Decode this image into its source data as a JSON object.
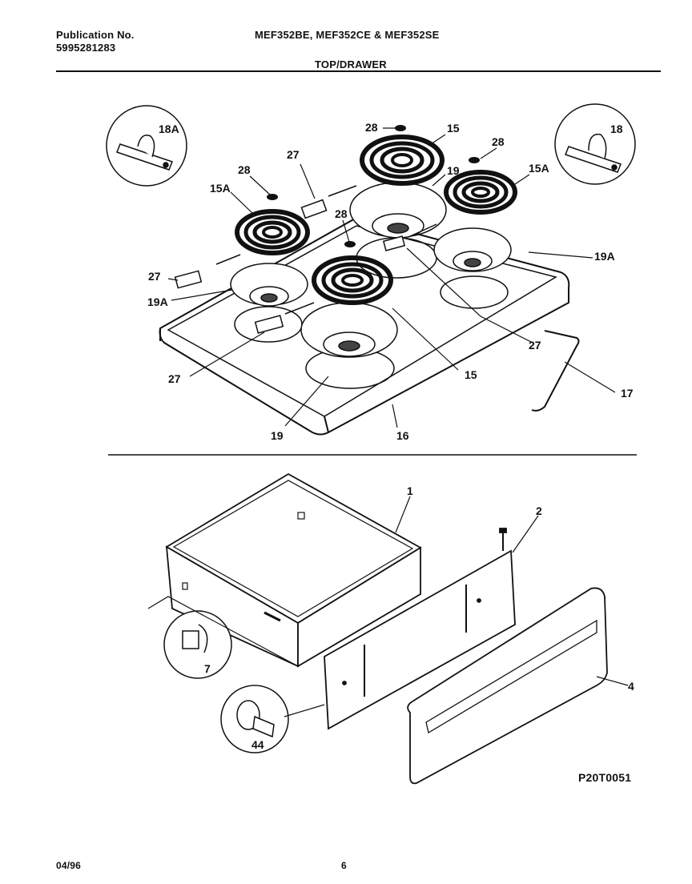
{
  "header": {
    "publication_label": "Publication No.",
    "publication_number": "5995281283",
    "models": "MEF352BE, MEF352CE & MEF352SE",
    "section_title": "TOP/DRAWER"
  },
  "callouts": {
    "c18A": "18A",
    "c18": "18",
    "c28a": "28",
    "c28b": "28",
    "c28c": "28",
    "c28d": "28",
    "c15": "15",
    "c15b": "15",
    "c15A": "15A",
    "c15Ab": "15A",
    "c19": "19",
    "c19b": "19",
    "c19A": "19A",
    "c19Ab": "19A",
    "c27a": "27",
    "c27b": "27",
    "c27c": "27",
    "c27d": "27",
    "c17": "17",
    "c16": "16",
    "c1": "1",
    "c2": "2",
    "c4": "4",
    "c7": "7",
    "c44": "44"
  },
  "footer": {
    "figure_code": "P20T0051",
    "date": "04/96",
    "page_number": "6"
  }
}
